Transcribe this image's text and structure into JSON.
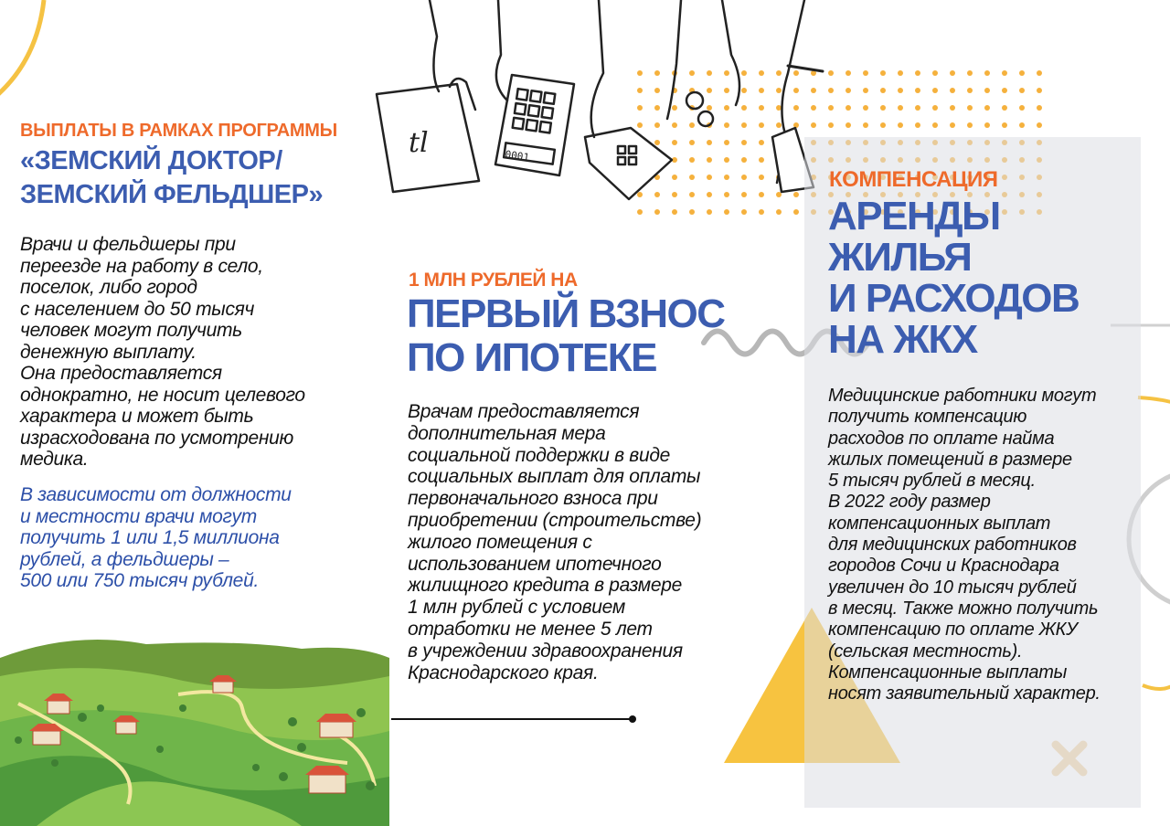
{
  "colors": {
    "orange": "#ee6a2b",
    "blue": "#3c5db0",
    "yellow": "#f5c243",
    "green": "#6db34e"
  },
  "col1": {
    "kicker": "ВЫПЛАТЫ В РАМКАХ ПРОГРАММЫ",
    "title_lines": [
      "«ЗЕМСКИЙ ДОКТОР/",
      "ЗЕМСКИЙ ФЕЛЬДШЕР»"
    ],
    "body_lines": [
      "Врачи и фельдшеры при",
      "переезде  на работу в село,",
      "поселок, либо город",
      "с населением до 50 тысяч",
      "человек могут получить",
      "денежную выплату.",
      "Она предоставляется",
      "однократно, не носит целевого",
      "характера и может быть",
      "израсходована по усмотрению",
      "медика."
    ],
    "note_lines": [
      "В зависимости от должности",
      "и местности врачи могут",
      "получить 1 или 1,5 миллиона",
      "рублей,  а фельдшеры –",
      "500  или 750 тысяч рублей."
    ]
  },
  "col2": {
    "kicker": "1 МЛН РУБЛЕЙ НА",
    "title_lines": [
      "ПЕРВЫЙ ВЗНОС",
      "ПО ИПОТЕКЕ"
    ],
    "body_lines": [
      "Врачам предоставляется",
      "дополнительная мера",
      "социальной поддержки в виде",
      "социальных выплат для оплаты",
      "первоначального взноса при",
      "приобретении (строительстве)",
      "жилого помещения с",
      "использованием ипотечного",
      "жилищного кредита в размере",
      "1 млн рублей с условием",
      "отработки не менее 5 лет",
      "в учреждении здравоохранения",
      "Краснодарского края."
    ]
  },
  "col3": {
    "kicker": "КОМПЕНСАЦИЯ",
    "title_lines": [
      "АРЕНДЫ",
      "ЖИЛЬЯ",
      "И РАСХОДОВ",
      "НА ЖКХ"
    ],
    "body_lines": [
      "Медицинские работники могут",
      "получить компенсацию",
      "расходов по оплате найма",
      "жилых помещений в размере",
      "5 тысяч рублей в месяц.",
      "В 2022 году размер",
      "компенсационных выплат",
      "для медицинских работников",
      "городов Сочи и Краснодара",
      "увеличен до 10 тысяч рублей",
      "в месяц. Также можно получить",
      "компенсацию по оплате ЖКУ",
      "(сельская местность).",
      "Компенсационные выплаты",
      "носят заявительный характер."
    ]
  },
  "illustration": {
    "tablet_text": "tl",
    "calculator_display": "0001"
  }
}
